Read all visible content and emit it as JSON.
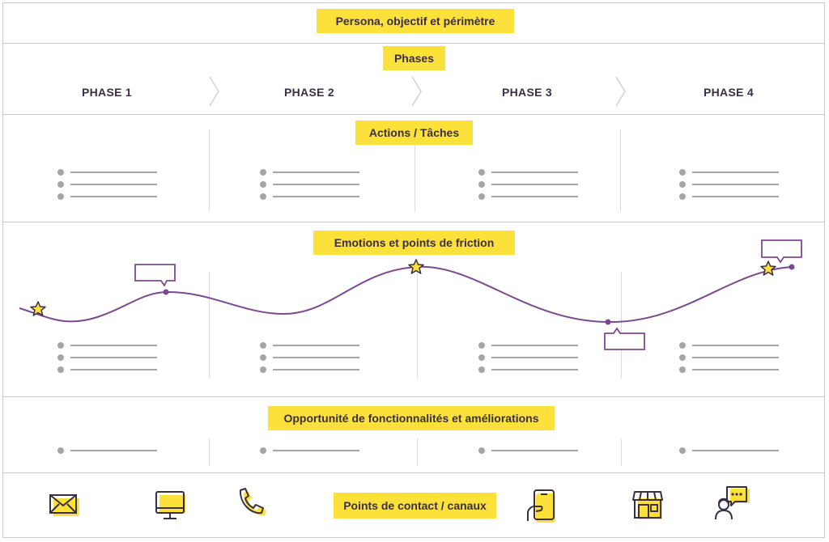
{
  "sections": {
    "persona": "Persona, objectif et périmètre",
    "phases": "Phases",
    "actions": "Actions / Tâches",
    "emotions": "Emotions et points de friction",
    "opportunities": "Opportunité de fonctionnalités et améliorations",
    "touchpoints": "Points de contact / canaux"
  },
  "phases": [
    {
      "label": "PHASE 1"
    },
    {
      "label": "PHASE 2"
    },
    {
      "label": "PHASE 3"
    },
    {
      "label": "PHASE 4"
    }
  ],
  "touchpoint_icons": [
    "envelope-icon",
    "computer-monitor-icon",
    "phone-handset-icon",
    "smartphone-hand-icon",
    "storefront-icon",
    "chat-support-person-icon"
  ],
  "colors": {
    "accent_yellow": "#fde13b",
    "curve_purple": "#7b4a8e",
    "grid_gray": "#c9c9cc",
    "text_dark": "#3a2e45"
  }
}
